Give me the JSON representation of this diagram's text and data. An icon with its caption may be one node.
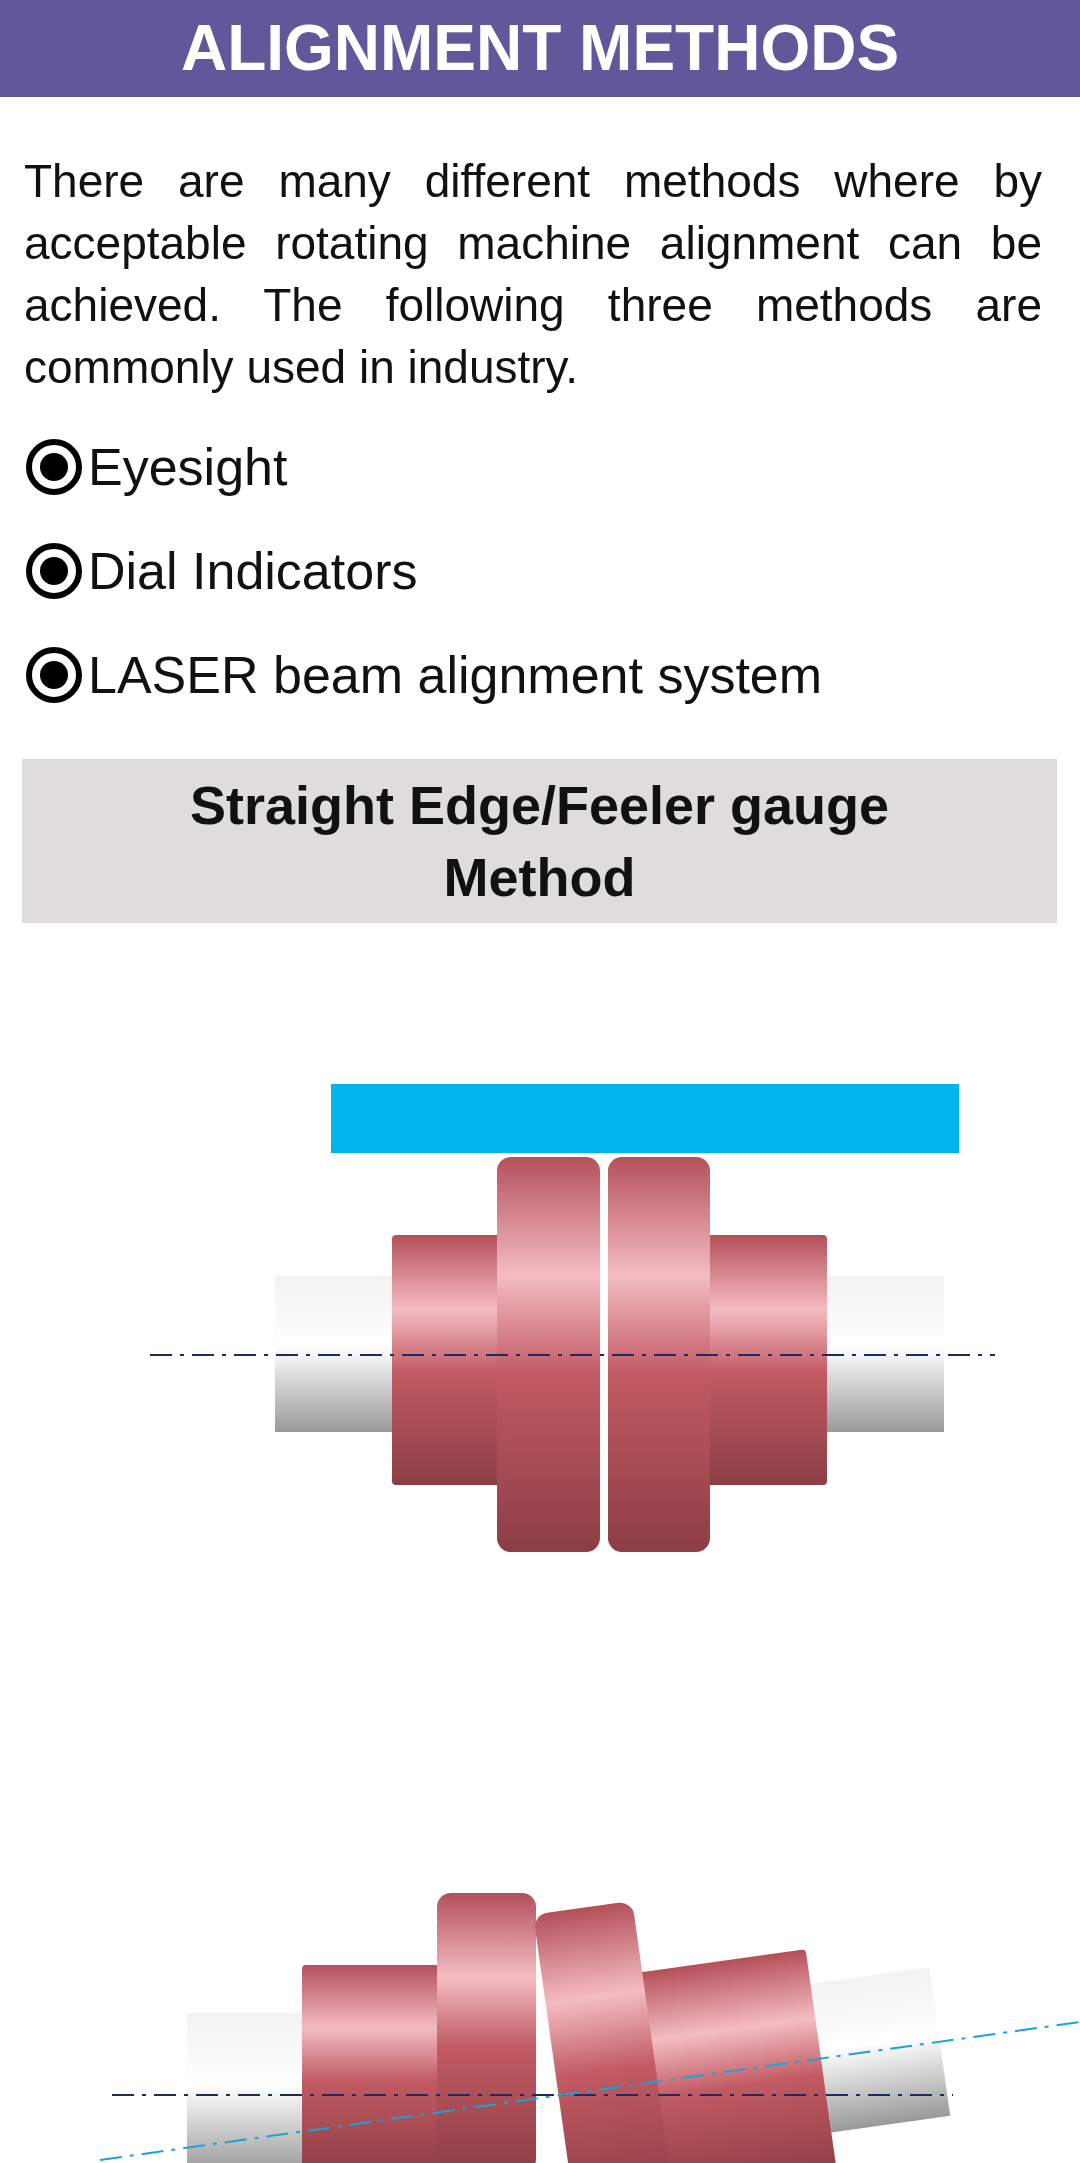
{
  "diagram": {
    "title": "ALIGNMENT METHODS",
    "nodes": [
      {
        "text": [
          "Straight Edge/Feeler gauge Method"
        ]
      }
    ],
    "labels": [
      "There are many different methods where by acceptable rotating machine alignment can be achieved. The following three methods are commonly used in industry.",
      "Eyesight",
      "Dial Indicators",
      "LASER beam alignment system"
    ]
  }
}
